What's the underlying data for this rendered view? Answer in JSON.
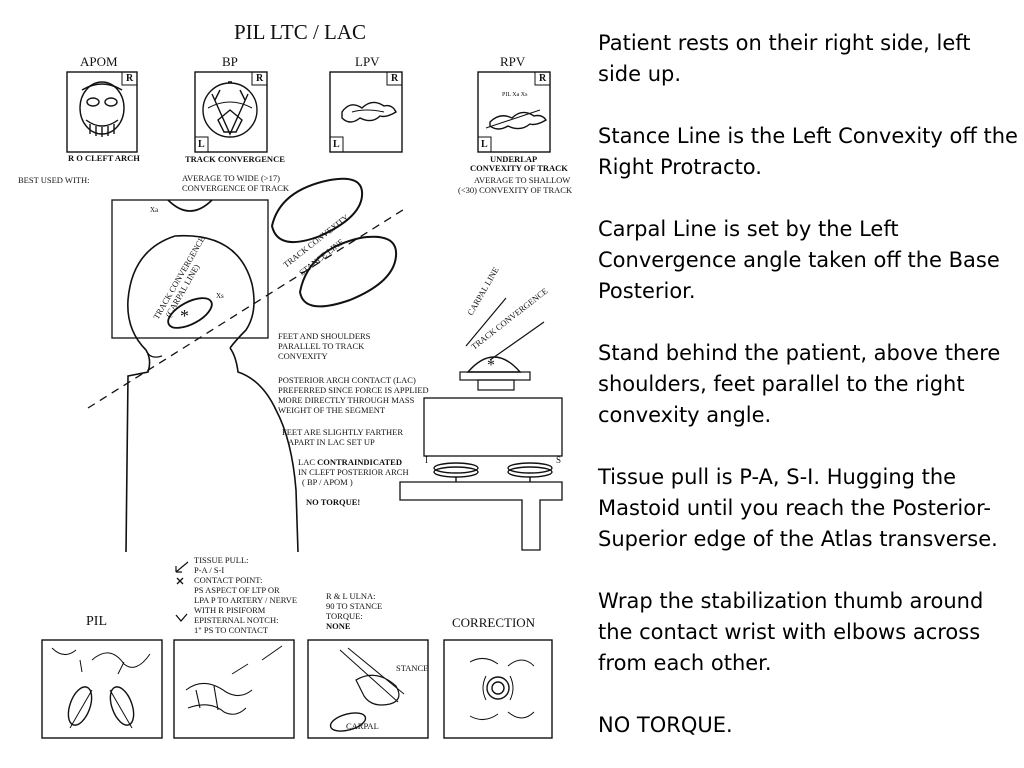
{
  "diagram": {
    "title": "PIL LTC / LAC",
    "views": [
      {
        "label": "APOM",
        "side": "R",
        "caption": "R O CLEFT ARCH"
      },
      {
        "label": "BP",
        "side": "R",
        "side2": "L",
        "caption": "TRACK CONVERGENCE"
      },
      {
        "label": "LPV",
        "side": "R",
        "side2": "L",
        "caption": ""
      },
      {
        "label": "RPV",
        "side": "R",
        "side2": "L",
        "inner": "PIL Xa Xs",
        "caption": "UNDERLAP",
        "caption2": "CONVEXITY OF TRACK"
      }
    ],
    "best_used_with": "BEST USED WITH:",
    "avg_wide_1": "AVERAGE TO WIDE (>17)",
    "avg_wide_2": "CONVERGENCE OF TRACK",
    "avg_shallow_1": "AVERAGE TO SHALLOW",
    "avg_shallow_2": "(<30) CONVEXITY OF TRACK",
    "track_convexity": "TRACK CONVEXITY",
    "stance_line": "STANCE LINE",
    "track_convergence": "TRACK CONVERGENCE",
    "carpal_line_paren": "(CARPAL LINE)",
    "xs": "Xs",
    "xa": "Xa",
    "star": "*",
    "carpal_line": "CARPAL LINE",
    "notes": {
      "feet_1": "FEET  AND SHOULDERS",
      "feet_2": "PARALLEL TO TRACK",
      "feet_3": "CONVEXITY",
      "pac_1": "POSTERIOR ARCH CONTACT  (LAC)",
      "pac_2": "PREFERRED SINCE FORCE IS APPLIED",
      "pac_3": "MORE DIRECTLY  THROUGH MASS",
      "pac_4": "WEIGHT OF THE SEGMENT",
      "farther_1": "FEET ARE SLIGHTLY FARTHER",
      "farther_2": "APART IN LAC SET UP",
      "lac_pre": "LAC ",
      "lac_bold": "CONTRAINDICATED",
      "lac_2": "IN CLEFT POSTERIOR ARCH",
      "lac_3": "( BP / APOM )",
      "no_torque": "NO TORQUE!"
    },
    "table_i": "I",
    "table_s": "S",
    "legend": {
      "tissue_1": "TISSUE PULL:",
      "tissue_2": "P-A /  S-I",
      "contact_1": "CONTACT POINT:",
      "contact_2": "PS ASPECT OF LTP OR",
      "contact_3": "LPA P TO ARTERY / NERVE",
      "contact_4": "WITH R PISIFORM",
      "episternal_1": "EPISTERNAL NOTCH:",
      "episternal_2": "1\" PS TO CONTACT"
    },
    "ulna": {
      "l1": "R & L ULNA:",
      "l2": "90 TO STANCE",
      "l3": "TORQUE:",
      "l4": "NONE"
    },
    "pil_label": "PIL",
    "correction_label": "CORRECTION",
    "stance_small": "STANCE",
    "carpal_small": "CARPAL"
  },
  "instructions": [
    "Patient rests on their right side, left side up.",
    "Stance Line is the Left Convexity off the Right Protracto.",
    "Carpal Line is set by the Left Convergence angle taken off the Base Posterior.",
    "Stand behind the patient, above there shoulders, feet parallel to the right convexity angle.",
    "Tissue pull is P-A, S-I.  Hugging the Mastoid until you reach the Posterior-Superior edge of the Atlas transverse.",
    "Wrap the stabilization thumb around the contact wrist with elbows across from each other.",
    "NO TORQUE."
  ]
}
